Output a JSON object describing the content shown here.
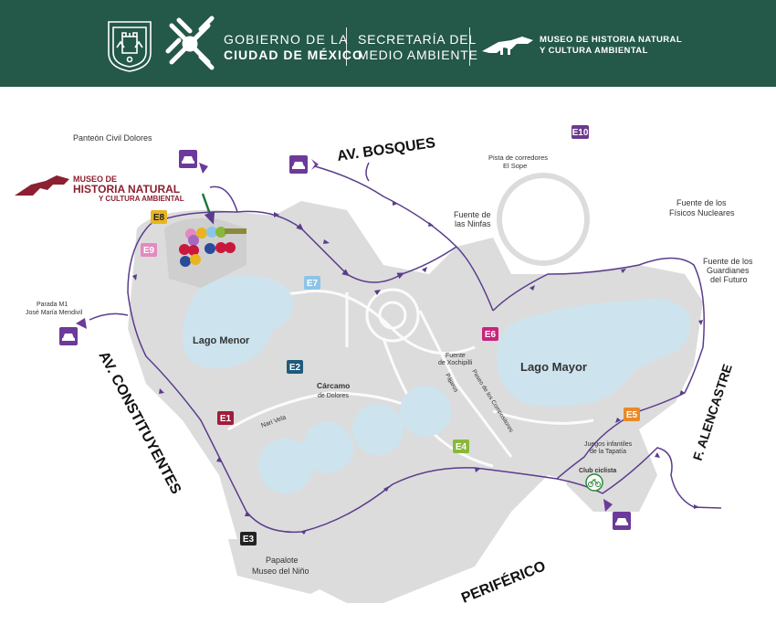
{
  "header": {
    "gov_line1": "GOBIERNO DE LA",
    "gov_line2": "CIUDAD DE MÉXICO",
    "sec_line1": "SECRETARÍA DEL",
    "sec_line2": "MEDIO AMBIENTE",
    "museum_line1": "MUSEO DE HISTORIA NATURAL",
    "museum_line2": "Y CULTURA AMBIENTAL"
  },
  "museum_logo": {
    "line1": "MUSEO DE",
    "line2": "HISTORIA NATURAL",
    "line3": "Y CULTURA AMBIENTAL"
  },
  "roads": {
    "bosques": "AV. BOSQUES",
    "constituyentes": "AV. CONSTITUYENTES",
    "periferico": "PERIFÉRICO",
    "alencastre": "F. ALENCASTRE"
  },
  "places": {
    "panteon": "Panteón Civil Dolores",
    "pista1": "Pista de corredores",
    "pista2": "El Sope",
    "ninfas1": "Fuente de",
    "ninfas2": "las Ninfas",
    "fisicos1": "Fuente de los",
    "fisicos2": "Físicos Nucleares",
    "guardianes1": "Fuente de los",
    "guardianes2": "Guardianes",
    "guardianes3": "del Futuro",
    "parada1": "Parada M1",
    "parada2": "José María Mendivil",
    "lago_menor": "Lago Menor",
    "lago_mayor": "Lago Mayor",
    "xochipilli1": "Fuente",
    "xochipilli2": "de Xochipilli",
    "pajaros": "Pájaros",
    "compositores": "Paseo de los Compositores",
    "carcamo1": "Cárcamo",
    "carcamo2": "de Dolores",
    "nari": "Nari Vela",
    "juegos1": "Juegos infantiles",
    "juegos2": "de la Tapatía",
    "club": "Club ciclista",
    "papalote1": "Papalote",
    "papalote2": "Museo del Niño"
  },
  "entrances": [
    {
      "code": "E10",
      "color": "#6b3a8c"
    },
    {
      "code": "E8",
      "color": "#e8b520"
    },
    {
      "code": "E9",
      "color": "#e48ac0"
    },
    {
      "code": "E7",
      "color": "#8cc4e8"
    },
    {
      "code": "E6",
      "color": "#c8247e"
    },
    {
      "code": "E2",
      "color": "#1f5a7a"
    },
    {
      "code": "E1",
      "color": "#a01c3c"
    },
    {
      "code": "E5",
      "color": "#e88a28"
    },
    {
      "code": "E4",
      "color": "#8ab83c"
    },
    {
      "code": "E3",
      "color": "#222222"
    }
  ],
  "colors": {
    "header_bg": "#245848",
    "route": "#5a3c8c",
    "parking": "#6b3a9a",
    "park": "#dcdcdc",
    "water": "#cde4ef",
    "museum_red": "#8c2032"
  },
  "icons": [
    "parking-car-icon",
    "bicycle-icon",
    "dinosaur-icon",
    "coat-of-arms-icon"
  ]
}
